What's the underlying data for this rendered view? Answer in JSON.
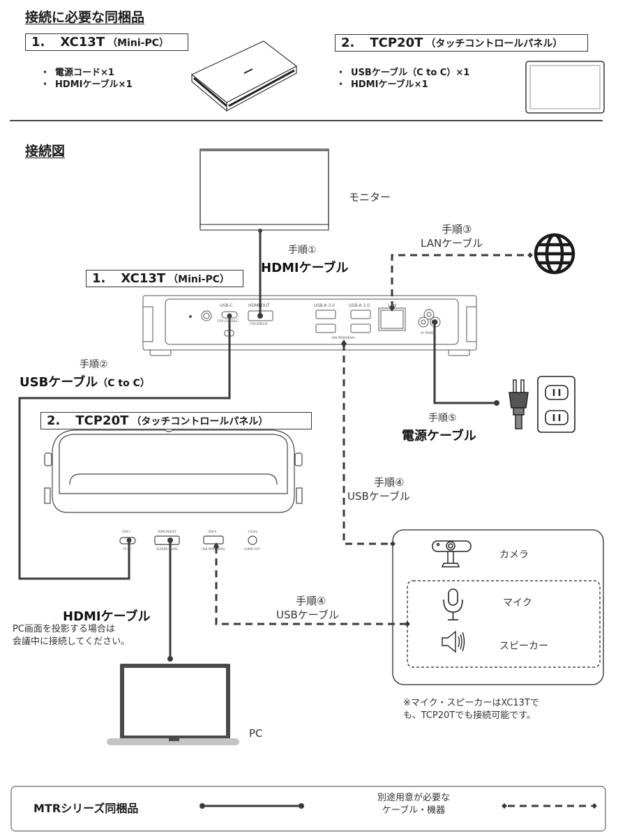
{
  "header": {
    "included_title": "接続に必要な同梱品",
    "diagram_title": "接続図"
  },
  "products": [
    {
      "number": "1.",
      "model": "XC13T",
      "subtitle": "（Mini-PC）",
      "items": [
        "電源コード×1",
        "HDMIケーブル×1"
      ]
    },
    {
      "number": "2.",
      "model": "TCP20T",
      "subtitle": "（タッチコントロールパネル）",
      "items": [
        "USBケーブル（C to C）×1",
        "HDMIケーブル×1"
      ]
    }
  ],
  "devices": {
    "monitor": "モニター",
    "pc": "PC",
    "camera": "カメラ",
    "mic": "マイク",
    "speaker": "スピーカー"
  },
  "xc13t_ports": {
    "usb_c": "USB-C",
    "usb_c_sub": "FOR CONSOLE",
    "hdmi_out": "HDMI OUT",
    "hdmi_out_sub": "FOR DISPLAY",
    "usb_a_1": "USB-A 3.0",
    "usb_a_2": "USB-A 3.0",
    "usb_peripheral": "USB PERIPHERAL",
    "lan": "LAN",
    "ac_power": "AC POWER"
  },
  "tcp20t_ports": {
    "usb_c": "USB-C",
    "usb_c_sub": "TO PC",
    "hdmi": "HDMI INGEST",
    "hdmi_sub": "SCREEN SHARE",
    "usb_a": "USB-A",
    "usb_a_sub": "USB PERIPHERAL",
    "audio": "3.5mm",
    "audio_sub": "AUDIO OUT"
  },
  "steps": {
    "step1_label": "手順①",
    "step1_cable": "HDMIケーブル",
    "step2_label": "手順②",
    "step2_cable": "USBケーブル",
    "step2_cable_sub": "（C to C）",
    "step3_label": "手順③",
    "step3_cable": "LANケーブル",
    "step4a_label": "手順④",
    "step4a_cable": "USBケーブル",
    "step4b_label": "手順④",
    "step4b_cable": "USBケーブル",
    "step5_label": "手順⑤",
    "step5_cable": "電源ケーブル",
    "pc_hdmi_cable": "HDMIケーブル",
    "pc_hdmi_note_1": "PC画面を投影する場合は",
    "pc_hdmi_note_2": "会議中に接続してください。"
  },
  "peripheral_note": {
    "line1": "※マイク・スピーカーはXC13Tで",
    "line2": "も、TCP20Tでも接続可能です。"
  },
  "legend": {
    "included_label": "MTRシリーズ同梱品",
    "separate_label_1": "別途用意が必要な",
    "separate_label_2": "ケーブル・機器"
  },
  "colors": {
    "line": "#3a3a3a",
    "device_gray": "#4a4a4a",
    "laptop_base": "#c4c4c4"
  }
}
